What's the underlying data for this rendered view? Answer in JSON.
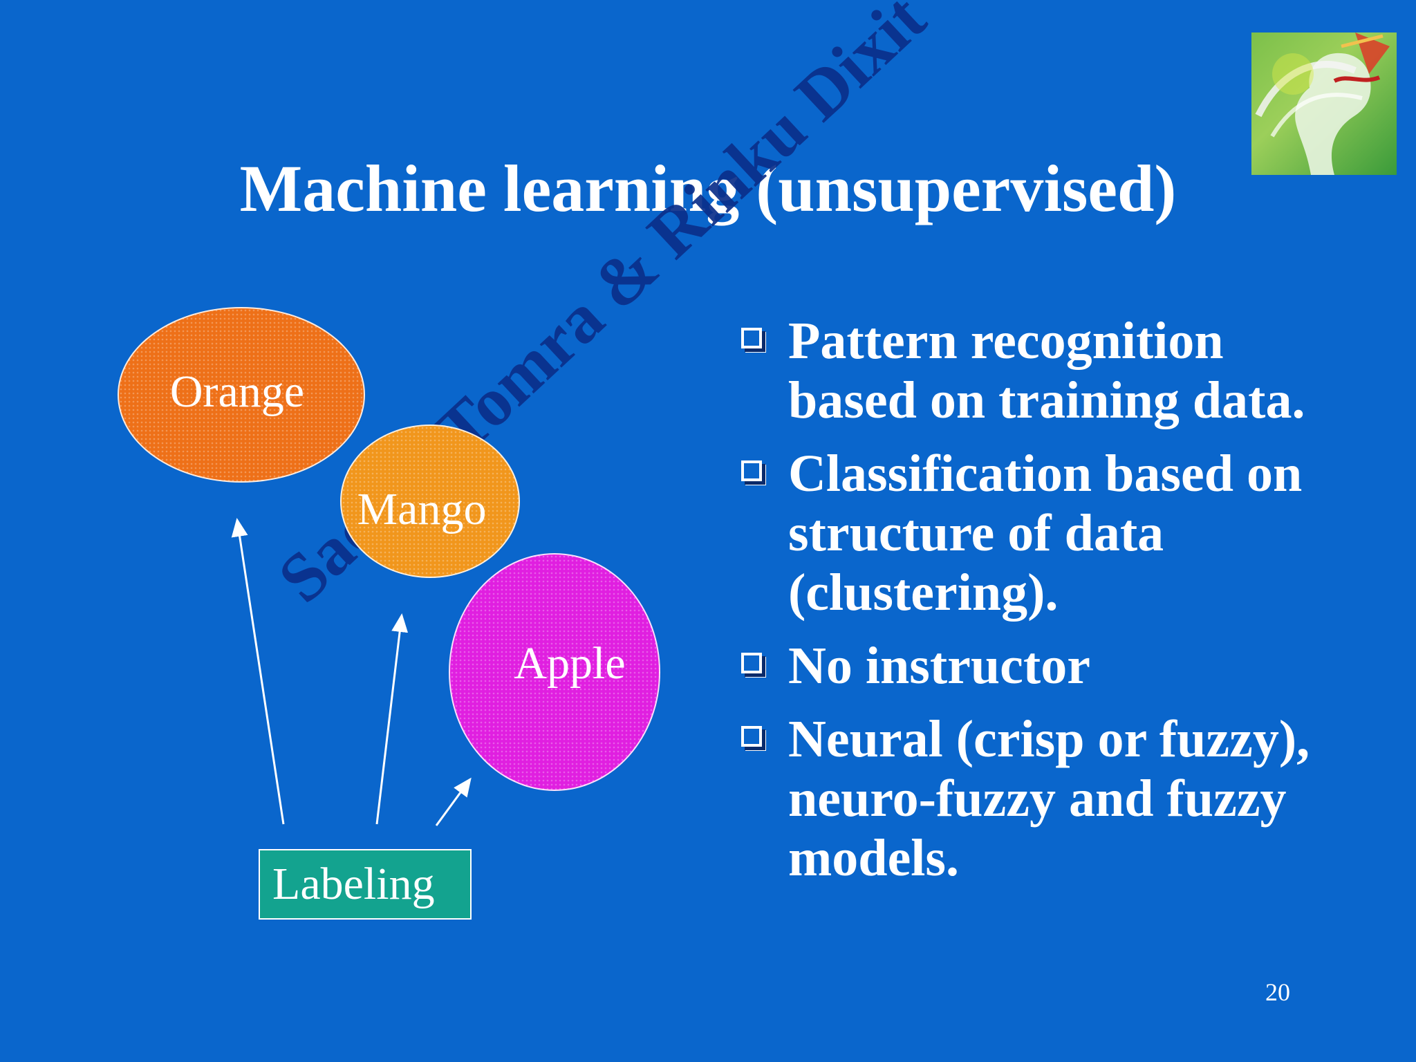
{
  "slide": {
    "title": "Machine learning (unsupervised)",
    "page_number": "20",
    "watermark": "Sachin Tomra & Rinku Dixit",
    "logo_icon": "head-profile-logo-icon"
  },
  "diagram": {
    "clusters": [
      {
        "label": "Orange",
        "color": "#ee7018"
      },
      {
        "label": "Mango",
        "color": "#f1961c"
      },
      {
        "label": "Apple",
        "color": "#e01fe0"
      }
    ],
    "labeling_box": "Labeling",
    "labeling_color": "#13a38f"
  },
  "bullets": [
    "Pattern recognition based on training data.",
    "Classification based on structure of data (clustering).",
    "No instructor",
    "Neural (crisp or fuzzy), neuro-fuzzy and fuzzy models."
  ],
  "colors": {
    "background": "#0a66cc",
    "text": "#ffffff"
  }
}
